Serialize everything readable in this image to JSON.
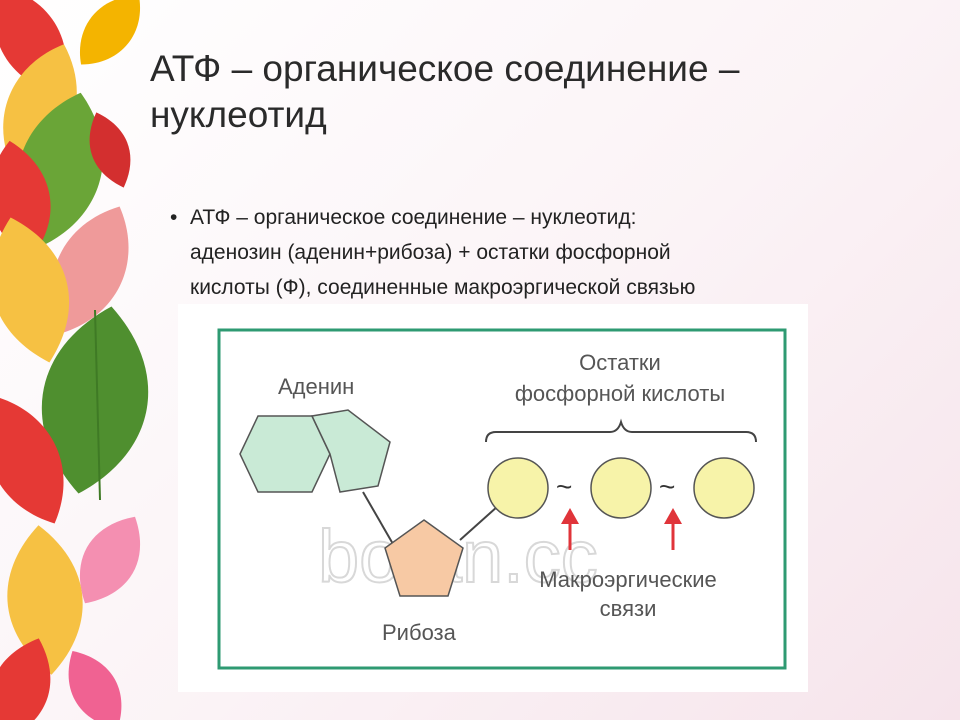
{
  "slide": {
    "title": "АТФ – органическое соединение –\nнуклеотид",
    "bullet_symbol": "•",
    "bullet_text": "АТФ – органическое соединение – нуклеотид:\nаденозин (аденин+рибоза) + остатки фосфорной\nкислоты (Ф), соединенные макроэргической связью"
  },
  "diagram": {
    "adenine_label": "Аденин",
    "phosphate_label_line1": "Остатки",
    "phosphate_label_line2": "фосфорной кислоты",
    "ribose_label": "Рибоза",
    "bond_label_line1": "Макроэргические",
    "bond_label_line2": "связи",
    "bond_symbol": "~",
    "watermark": "botan.cc",
    "colors": {
      "adenine_fill": "#c9ead6",
      "ribose_fill": "#f7c9a4",
      "phosphate_fill": "#f7f3a9",
      "frame": "#2e9a72",
      "arrow": "#e0343a"
    }
  }
}
